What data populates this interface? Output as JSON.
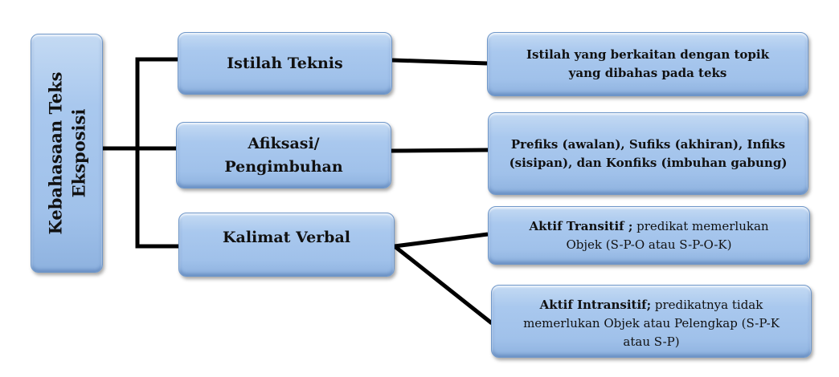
{
  "diagram": {
    "root": {
      "line1": "Kebahasaan Teks",
      "line2": "Eksposisi"
    },
    "branches": [
      {
        "label_line1": "Istilah Teknis",
        "label_line2": ""
      },
      {
        "label_line1": "Afiksasi/",
        "label_line2": "Pengimbuhan"
      },
      {
        "label_line1": "Kalimat Verbal",
        "label_line2": ""
      }
    ],
    "details": [
      {
        "bold": "Istilah yang berkaitan dengan topik yang dibahas pada teks",
        "normal": ""
      },
      {
        "bold": "Prefiks (awalan), Sufiks (akhiran), Infiks (sisipan), dan Konfiks (imbuhan gabung)",
        "normal": ""
      },
      {
        "bold": "Aktif Transitif ;",
        "normal": " predikat memerlukan Objek (S-P-O atau S-P-O-K)"
      },
      {
        "bold": "Aktif Intransitif;",
        "normal": " predikatnya tidak memerlukan Objek atau Pelengkap (S-P-K atau S-P)"
      }
    ],
    "colors": {
      "box_fill": "#a9c8ee",
      "box_border": "#6f97c9",
      "connector": "#000000"
    }
  }
}
